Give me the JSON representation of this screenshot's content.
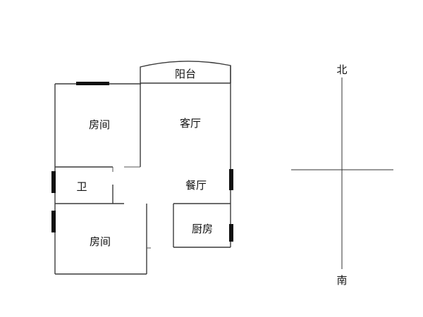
{
  "rooms": {
    "balcony": "阳台",
    "bedroom_north": "房间",
    "living_room": "客厅",
    "bathroom": "卫",
    "dining_room": "餐厅",
    "bedroom_south": "房间",
    "kitchen": "厨房"
  },
  "compass": {
    "north": "北",
    "south": "南"
  }
}
